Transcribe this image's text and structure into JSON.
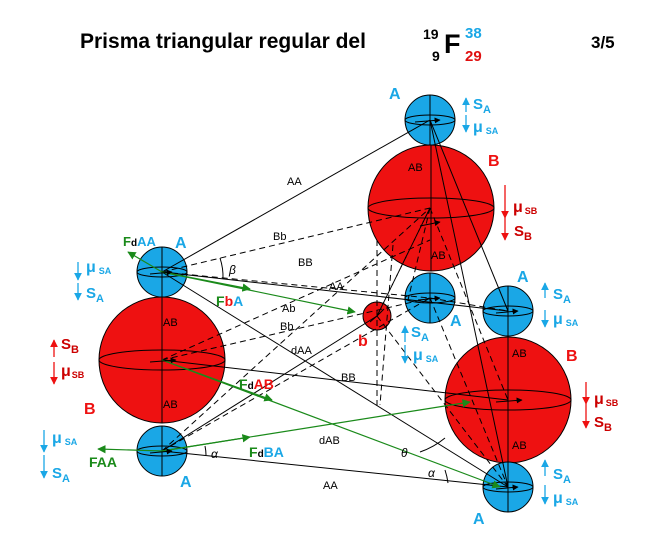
{
  "header": {
    "title": "Prisma triangular regular del",
    "mass_number": "19",
    "atomic_number": "9",
    "symbol": "F",
    "charge_top": "38",
    "charge_bottom": "29",
    "page": "3/5"
  },
  "colors": {
    "blue": "#1aa7e6",
    "red": "#ee1111",
    "green": "#1a8a1a",
    "dark_red": "#cc0000"
  },
  "labels": {
    "A": "A",
    "B": "B",
    "b": "b",
    "AA": "AA",
    "AB": "AB",
    "Bb": "Bb",
    "BB": "BB",
    "Ab": "Ab",
    "dAA": "dAA",
    "dAB": "dAB",
    "beta": "β",
    "alpha": "α",
    "theta": "θ",
    "SA_S": "S",
    "SA_sub": "A",
    "mu": "μ",
    "mu_SA_sub": "SA",
    "mu_SB_sub": "SB",
    "SB_S": "S",
    "SB_sub": "B",
    "FdAA_F": "F",
    "FdAA_d": "d",
    "FdAA_AA": "AA",
    "FbA_F": "F",
    "FbA_b": "b",
    "FbA_A": "A",
    "FdAB_F": "F",
    "FdAB_d": "d",
    "FdAB_AB": "AB",
    "FdBA_F": "F",
    "FdBA_d": "d",
    "FdBA_BA": "BA",
    "FAA_F": "F",
    "FAA_AA": "AA"
  }
}
